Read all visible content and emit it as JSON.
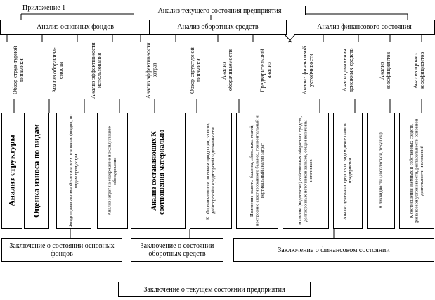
{
  "appendix_label": "Приложение 1",
  "top_title": "Анализ текущего состояния предприятия",
  "groups": {
    "fixed_assets": "Анализ основных фондов",
    "working_capital": "Анализ оборотных средств",
    "financial": "Анализ финансового состояния"
  },
  "mid_labels": [
    "Обзор струк-турной динамики",
    "Анализ оборачива-емости",
    "Анализ эффективности использования",
    "Анализ эффективности затрат",
    "Обзор структурной динамики",
    "Анализ оборачиваемости",
    "Предварительный анализ",
    "Анализ финансовой устойчивости",
    "Анализ движения денежных средств",
    "Анализ коэффициентов",
    "Анализ прочих коэффициентов"
  ],
  "bottom_boxes": [
    "Анализ структуры",
    "Оценка износа по видам",
    "Фондоотдача активной части и всех основных фондов, по видам продукции",
    "Анализ затрат на содержание и эксплуатацию оборудования",
    "Анализ составляющих К соотношения материально-",
    "К оборачиваемости по видам продукции, запасов, дебиторской и кредиторской задолженности",
    "Изменение валюты баланса, «больных» статей, построение агрегированного баланса, горизонтальный и вертикальный анализ затрат",
    "Наличие (недостаток) собственных оборотных средств, долгосрочных источников запасов, общей величины источников",
    "Анализ денежных средств по видам деятельности предприятия",
    "К ликвидности (абсолютной, текущей)",
    "К соотношения заемных и собственных средств, финансовой устойчивости, рентабельности основной деятельности и вложений"
  ],
  "conclusions": {
    "fixed_assets": "Заключение о состоянии основных фондов",
    "working_capital": "Заключение о состоянии оборотных средств",
    "financial": "Заключение о финансовом состоянии",
    "overall": "Заключение о текущем состоянии предприятия"
  }
}
